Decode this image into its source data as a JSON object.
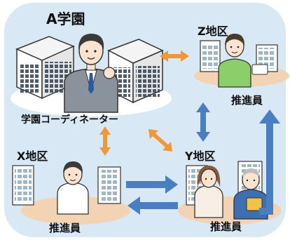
{
  "school": {
    "name": "A学園"
  },
  "coordinator": {
    "role": "学園コーディネーター"
  },
  "districts": {
    "z": {
      "name": "Z地区",
      "member": "推進員"
    },
    "x": {
      "name": "X地区",
      "member": "推進員"
    },
    "y": {
      "name": "Y地区",
      "member": "推進員"
    }
  },
  "colors": {
    "background": "#d8e8f4",
    "ground": "#f2d3b4",
    "arrow_orange": "#f0973a",
    "arrow_blue": "#4a7ec2",
    "building_white": "#f4f4f4",
    "building_outline": "#333333",
    "window_dark": "#3b4a5a"
  },
  "icons": {
    "school_building": "school-building-illustration",
    "teacher": "teacher-illustration",
    "resident": "resident-illustration"
  }
}
